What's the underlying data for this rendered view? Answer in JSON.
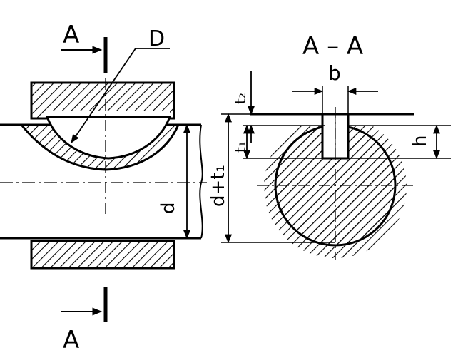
{
  "labels": {
    "section_top": "A",
    "section_bottom": "A",
    "section_title": "A – A",
    "key_diameter": "D",
    "key_width": "b",
    "key_height": "h",
    "shaft_diameter": "d",
    "hub_dimension": "d+t₁",
    "shaft_depth": "t₁",
    "hub_depth": "t₂"
  },
  "colors": {
    "ink": "#000000",
    "paper": "#ffffff"
  }
}
